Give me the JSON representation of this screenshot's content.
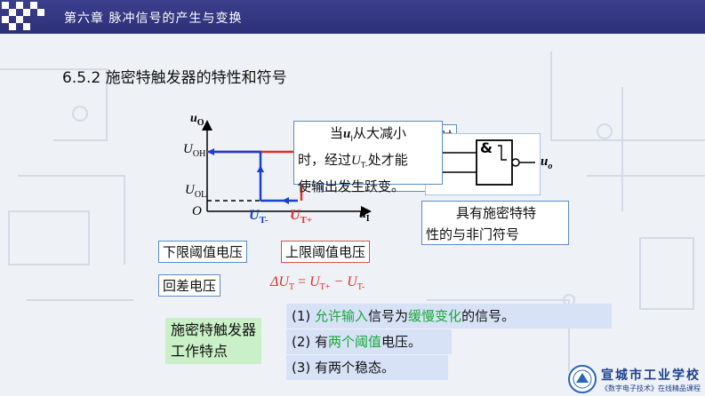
{
  "header": {
    "title": "第六章  脉冲信号的产生与变换"
  },
  "section_title": "6.5.2 施密特触发器的特性和符号",
  "graph": {
    "y_axis_label": "u",
    "y_axis_sub": "O",
    "x_axis_label": "u",
    "x_axis_sub": "I",
    "uoh_label": "U",
    "uoh_sub": "OH",
    "uol_label": "U",
    "uol_sub": "OL",
    "origin": "O",
    "ut_minus": "U",
    "ut_minus_sub": "T-",
    "ut_plus": "U",
    "ut_plus_sub": "T+"
  },
  "callout_decrease": {
    "line1_prefix": "当",
    "line1_var": "u",
    "line1_var_sub": "I",
    "line1_suffix": "从大减小",
    "line2_prefix": "时，经过",
    "line2_var": "U",
    "line2_var_sub": "T-",
    "line2_suffix": "处才能",
    "line3": "使输出发生跃变。"
  },
  "callout_behind": {
    "fragment": "大时"
  },
  "gate": {
    "symbol": "&",
    "input_label": "u",
    "output_label": "u",
    "output_sub": "o"
  },
  "symbol_caption": {
    "line1": "具有施密特特",
    "line2": "性的与非门符号"
  },
  "lower_threshold": "下限阈值电压",
  "upper_threshold": "上限阈值电压",
  "hysteresis": "回差电压",
  "hysteresis_formula": {
    "delta": "ΔU",
    "delta_sub": "T",
    "eq": " = ",
    "plus": "U",
    "plus_sub": "T+",
    "minus": " − U",
    "minus_sub": "T-"
  },
  "features_title": "施密特触发器工作特点",
  "features": [
    {
      "prefix": "(1) ",
      "hl1": "允许输入",
      "mid": "信号为",
      "hl2": "缓慢变化",
      "suffix": "的信号。"
    },
    {
      "prefix": "(2) 有",
      "hl1": "两个阈值",
      "mid": "电压。",
      "hl2": "",
      "suffix": ""
    },
    {
      "prefix": "(3) 有两个稳态。",
      "hl1": "",
      "mid": "",
      "hl2": "",
      "suffix": ""
    }
  ],
  "school": {
    "name": "宣城市工业学校",
    "subtitle": "《数字电子技术》在线精品课程"
  },
  "colors": {
    "header": "#2d3078",
    "red": "#e0312b",
    "blue": "#1a3fd1",
    "accent": "#1aa83a"
  }
}
